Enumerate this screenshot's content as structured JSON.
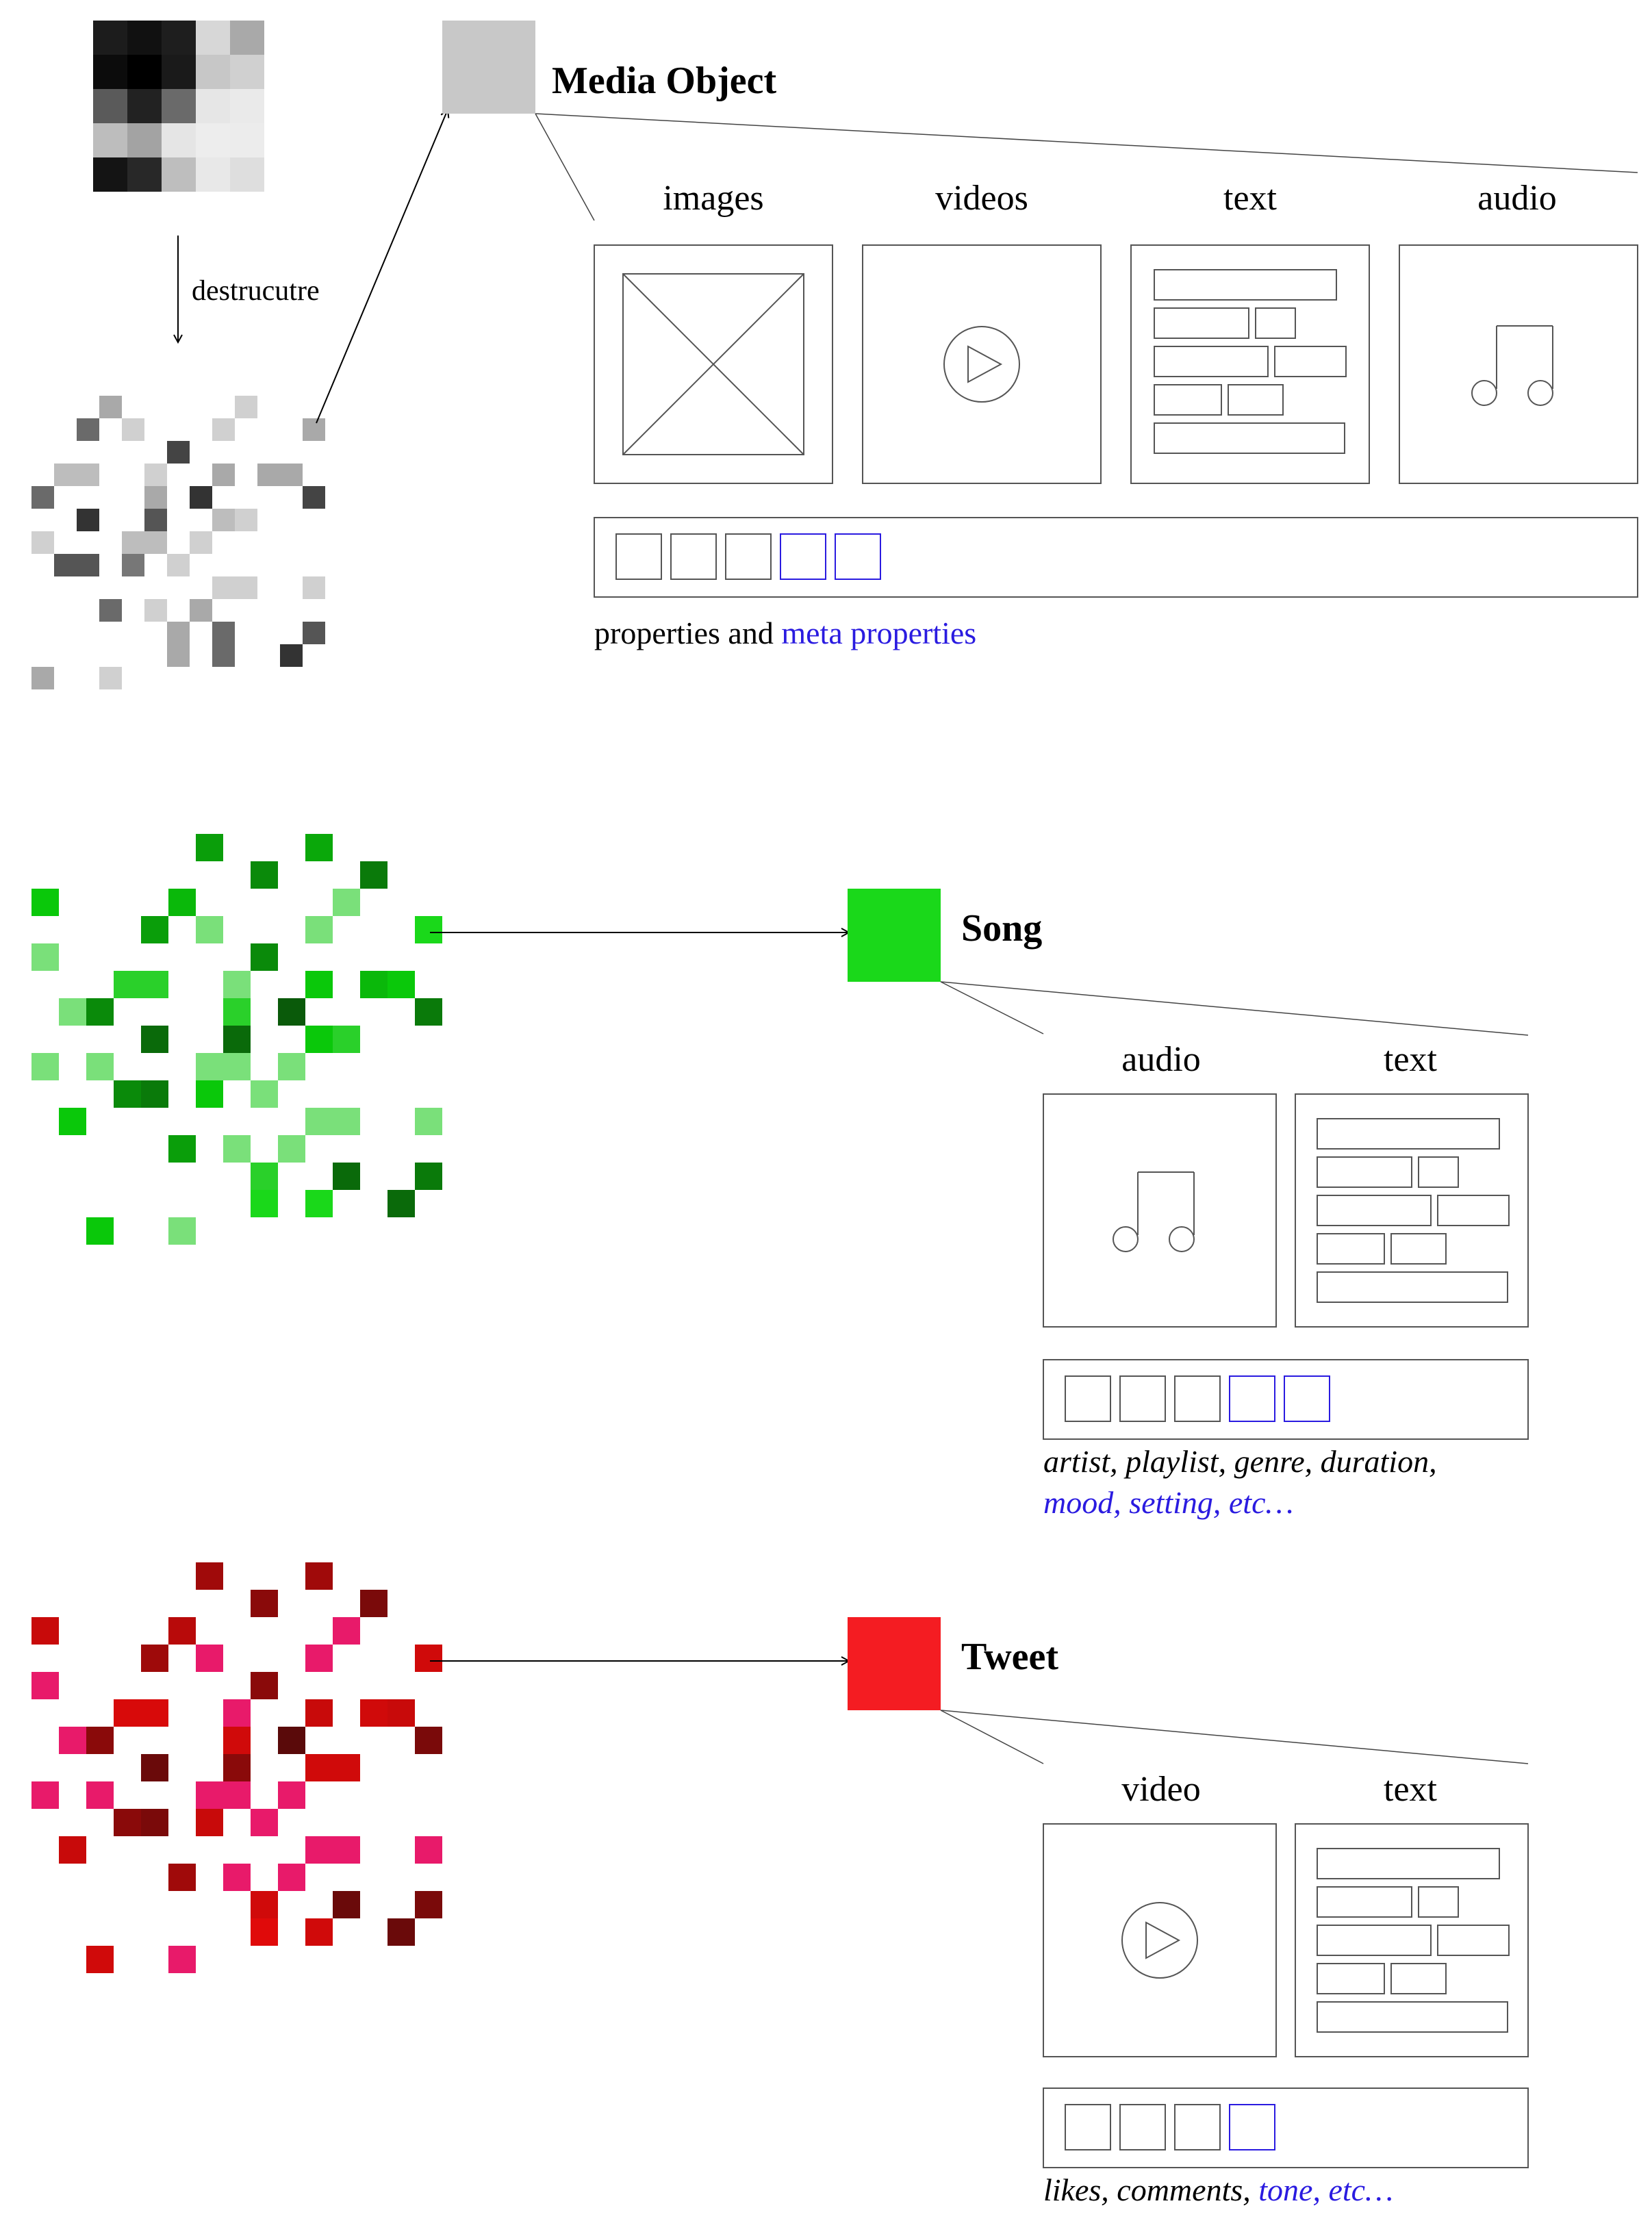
{
  "colors": {
    "line": "#444444",
    "box": "#555555",
    "meta": "#2a1be0",
    "mediaGray": "#c8c8c8",
    "songGreen": "#1ad81a",
    "tweetRed": "#f41c22"
  },
  "top": {
    "destructure_label": "destrucutre",
    "title": "Media Object",
    "columns": [
      "images",
      "videos",
      "text",
      "audio"
    ],
    "props_plain": "properties and ",
    "props_meta": "meta properties",
    "prop_slots": {
      "plain": 3,
      "meta": 2
    }
  },
  "song": {
    "title": "Song",
    "columns": [
      "audio",
      "text"
    ],
    "caption_line1": "artist, playlist, genre, duration,",
    "caption_line2_meta": "mood, setting, etc…",
    "prop_slots": {
      "plain": 3,
      "meta": 2
    }
  },
  "tweet": {
    "title": "Tweet",
    "columns": [
      "video",
      "text"
    ],
    "caption_plain": "likes, comments, ",
    "caption_meta": "tone, etc…",
    "prop_slots": {
      "plain": 3,
      "meta": 1
    }
  },
  "icons": {
    "image": "image-placeholder-icon",
    "video": "play-icon",
    "text": "text-lines-icon",
    "audio": "music-note-icon"
  }
}
